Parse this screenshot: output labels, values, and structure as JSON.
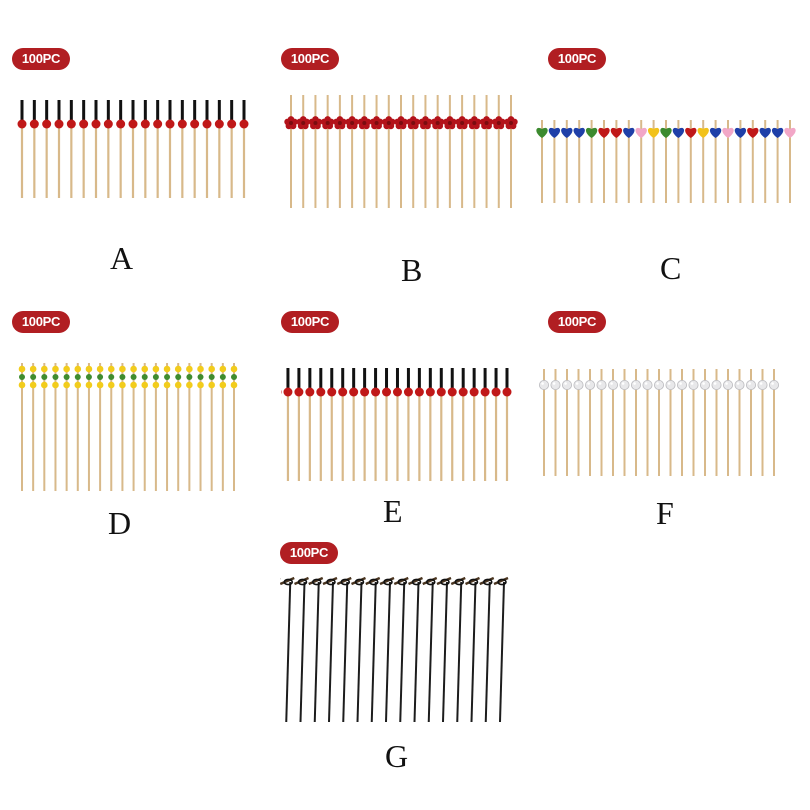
{
  "panels": [
    {
      "id": "A",
      "badge": "100PC",
      "letter": "A",
      "style": "black-knot-red-bead",
      "count": 19
    },
    {
      "id": "B",
      "badge": "100PC",
      "letter": "B",
      "style": "red-flower",
      "count": 19
    },
    {
      "id": "C",
      "badge": "100PC",
      "letter": "C",
      "style": "colored-hearts",
      "count": 21,
      "colors": [
        "#3c8a2e",
        "#1f3fa8",
        "#1f3fa8",
        "#1f3fa8",
        "#3c8a2e",
        "#c01818",
        "#c01818",
        "#1f3fa8",
        "#f2a7c7",
        "#f2c21a",
        "#3c8a2e",
        "#1f3fa8",
        "#c01818",
        "#f2c21a",
        "#1f3fa8",
        "#f2a7c7",
        "#1f3fa8",
        "#c01818",
        "#1f3fa8",
        "#1f3fa8",
        "#f2a7c7"
      ]
    },
    {
      "id": "D",
      "badge": "100PC",
      "letter": "D",
      "style": "yellow-green-beads",
      "count": 20
    },
    {
      "id": "E",
      "badge": "100PC",
      "letter": "E",
      "style": "black-knot-red-bead",
      "count": 22
    },
    {
      "id": "F",
      "badge": "100PC",
      "letter": "F",
      "style": "pearl",
      "count": 21
    },
    {
      "id": "G",
      "badge": "100PC",
      "letter": "G",
      "style": "black-knot",
      "count": 17
    }
  ],
  "colors": {
    "badge": "#b11e22",
    "bamboo": "#d8b98a",
    "knot": "#111111",
    "red": "#c01818",
    "pearl": "#e8e8ea"
  }
}
